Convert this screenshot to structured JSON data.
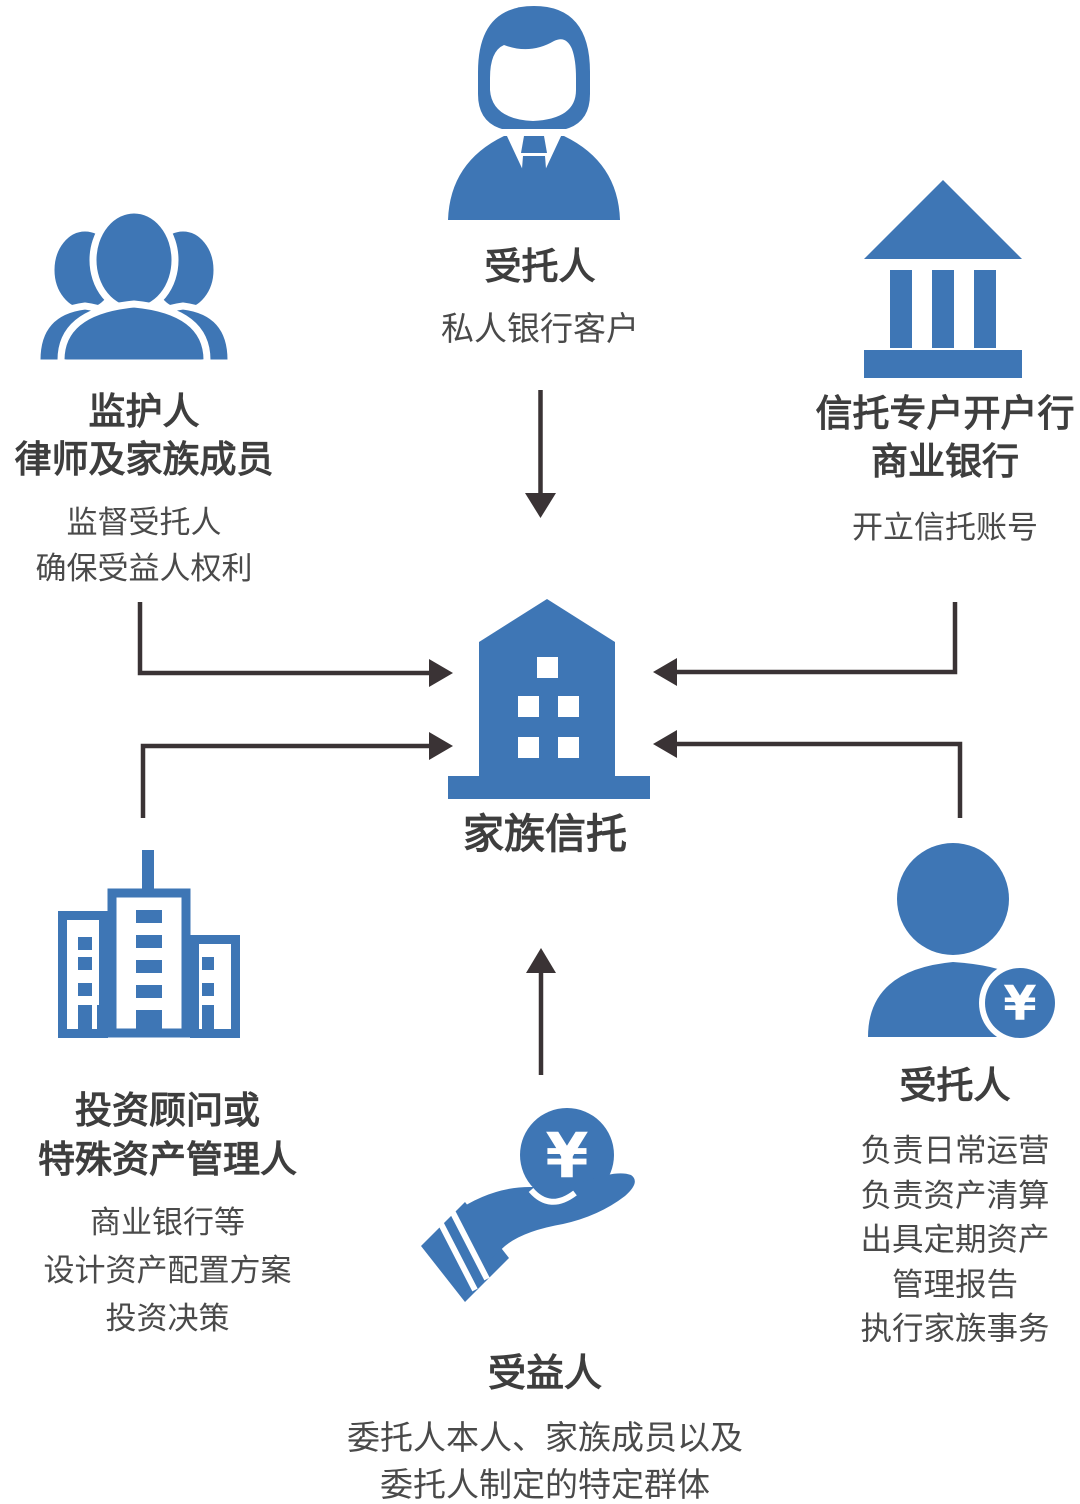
{
  "colors": {
    "blue": "#3E76B5",
    "arrow": "#3A3335",
    "title_text": "#3E3E3E",
    "desc_text": "#4A4A4A",
    "background": "#FFFFFF"
  },
  "currency_symbol": "¥",
  "center": {
    "label": "家族信托"
  },
  "nodes": {
    "settlor_top": {
      "title": "受托人",
      "subtitle": "私人银行客户"
    },
    "guardian": {
      "title_lines": [
        "监护人",
        "律师及家族成员"
      ],
      "desc_lines": [
        "监督受托人",
        "确保受益人权利"
      ]
    },
    "bank": {
      "title_lines": [
        "信托专户开户行",
        "商业银行"
      ],
      "desc_lines": [
        "开立信托账号"
      ]
    },
    "advisor": {
      "title_lines": [
        "投资顾问或",
        "特殊资产管理人"
      ],
      "desc_lines": [
        "商业银行等",
        "设计资产配置方案",
        "投资决策"
      ]
    },
    "beneficiary": {
      "title": "受益人",
      "desc_lines": [
        "委托人本人、家族成员以及",
        "委托人制定的特定群体"
      ]
    },
    "trustee": {
      "title": "受托人",
      "desc_lines": [
        "负责日常运营",
        "负责资产清算",
        "出具定期资产",
        "管理报告",
        "执行家族事务"
      ]
    }
  }
}
